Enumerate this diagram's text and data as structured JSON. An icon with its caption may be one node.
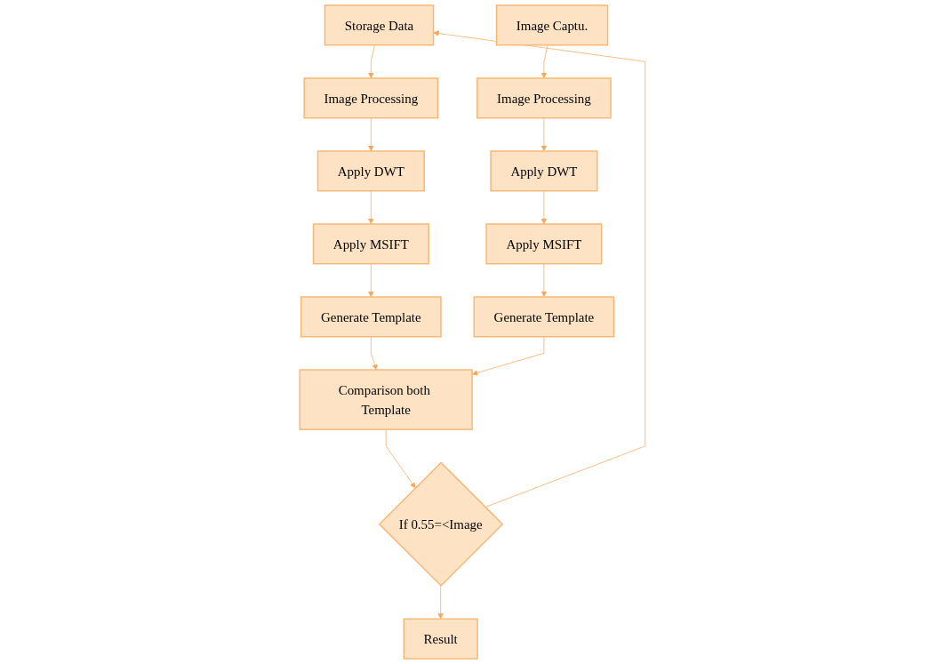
{
  "diagram": {
    "nodes": [
      {
        "text": [
          "Storage Data"
        ]
      },
      {
        "text": [
          "Image Processing"
        ]
      },
      {
        "text": [
          "Apply DWT"
        ]
      },
      {
        "text": [
          "Apply MSIFT"
        ]
      },
      {
        "text": [
          "Generate Template"
        ]
      },
      {
        "text": [
          "Image Captu."
        ]
      },
      {
        "text": [
          "Image Processing"
        ]
      },
      {
        "text": [
          "Apply DWT"
        ]
      },
      {
        "text": [
          "Apply MSIFT"
        ]
      },
      {
        "text": [
          "Generate Template"
        ]
      },
      {
        "text": [
          "Comparison both Template"
        ]
      },
      {
        "text": [
          "If 0.55=<Image"
        ]
      },
      {
        "text": [
          "Result"
        ]
      }
    ],
    "edges": [
      {
        "from": 0,
        "to": 1,
        "arrow": "to"
      },
      {
        "from": 1,
        "to": 2,
        "arrow": "to"
      },
      {
        "from": 2,
        "to": 3,
        "arrow": "to"
      },
      {
        "from": 3,
        "to": 4,
        "arrow": "to"
      },
      {
        "from": 5,
        "to": 6,
        "arrow": "to"
      },
      {
        "from": 6,
        "to": 7,
        "arrow": "to"
      },
      {
        "from": 7,
        "to": 8,
        "arrow": "to"
      },
      {
        "from": 8,
        "to": 9,
        "arrow": "to"
      },
      {
        "from": 4,
        "to": 10,
        "arrow": "to"
      },
      {
        "from": 9,
        "to": 10,
        "arrow": "to"
      },
      {
        "from": 10,
        "to": 11,
        "arrow": "to"
      },
      {
        "from": 11,
        "to": 12,
        "arrow": "to"
      },
      {
        "from": 11,
        "to": 0,
        "arrow": "to"
      }
    ]
  }
}
